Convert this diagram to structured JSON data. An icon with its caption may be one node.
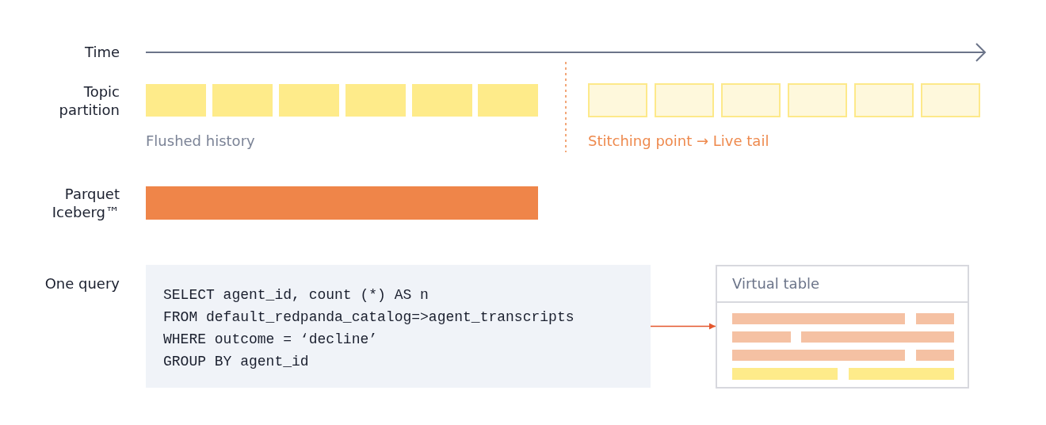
{
  "diagram": {
    "nodes": [
      {
        "text": [],
        "shape": "box"
      },
      {
        "text": [],
        "shape": "box"
      },
      {
        "text": [],
        "shape": "box"
      },
      {
        "text": [],
        "shape": "box"
      },
      {
        "text": [],
        "shape": "box"
      },
      {
        "text": [],
        "shape": "box"
      },
      {
        "text": [],
        "shape": "box"
      },
      {
        "text": [],
        "shape": "box"
      },
      {
        "text": [],
        "shape": "box"
      },
      {
        "text": [],
        "shape": "box"
      },
      {
        "text": [],
        "shape": "box"
      },
      {
        "text": [],
        "shape": "box"
      },
      {
        "text": [],
        "shape": "bar",
        "beside": [
          "Parquet Iceberg™"
        ]
      },
      {
        "text": [
          "SELECT agent_id, count (*) AS n",
          "FROM default_redpanda_catalog=>agent_transcripts",
          "WHERE outcome = ‘decline’",
          "GROUP BY agent_id"
        ],
        "beside": [
          "One query"
        ]
      },
      {
        "text": [
          "Virtual table"
        ]
      }
    ],
    "edges": [
      {
        "from": 13,
        "to": 14,
        "arrow": "to",
        "color": "#e4572e"
      }
    ],
    "labels": [
      "Time",
      "Topic partition",
      "Flushed history",
      "Stitching point → Live tail"
    ]
  }
}
